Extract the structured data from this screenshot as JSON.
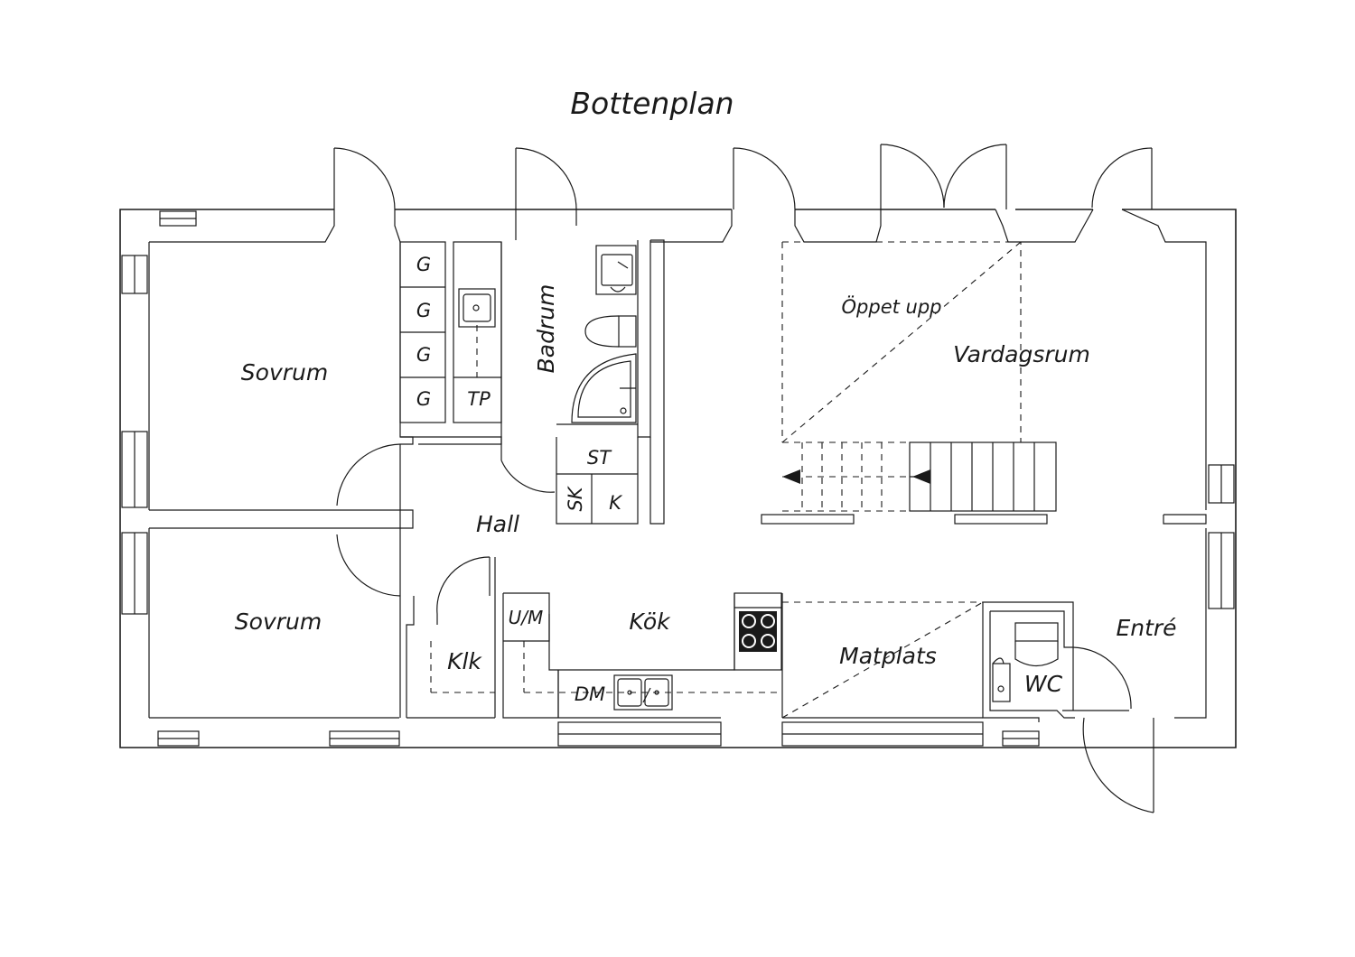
{
  "title": "Bottenplan",
  "rooms": {
    "sovrum_top": "Sovrum",
    "sovrum_bottom": "Sovrum",
    "hall": "Hall",
    "badrum": "Badrum",
    "oppet_upp": "Öppet upp",
    "vardagsrum": "Vardagsrum",
    "kok": "Kök",
    "klk": "Klk",
    "matplats": "Matplats",
    "entre": "Entré",
    "wc": "WC"
  },
  "fixtures": {
    "g1": "G",
    "g2": "G",
    "g3": "G",
    "g4": "G",
    "tp": "TP",
    "st": "ST",
    "sk": "SK",
    "k": "K",
    "um": "U/M",
    "dm": "DM"
  }
}
